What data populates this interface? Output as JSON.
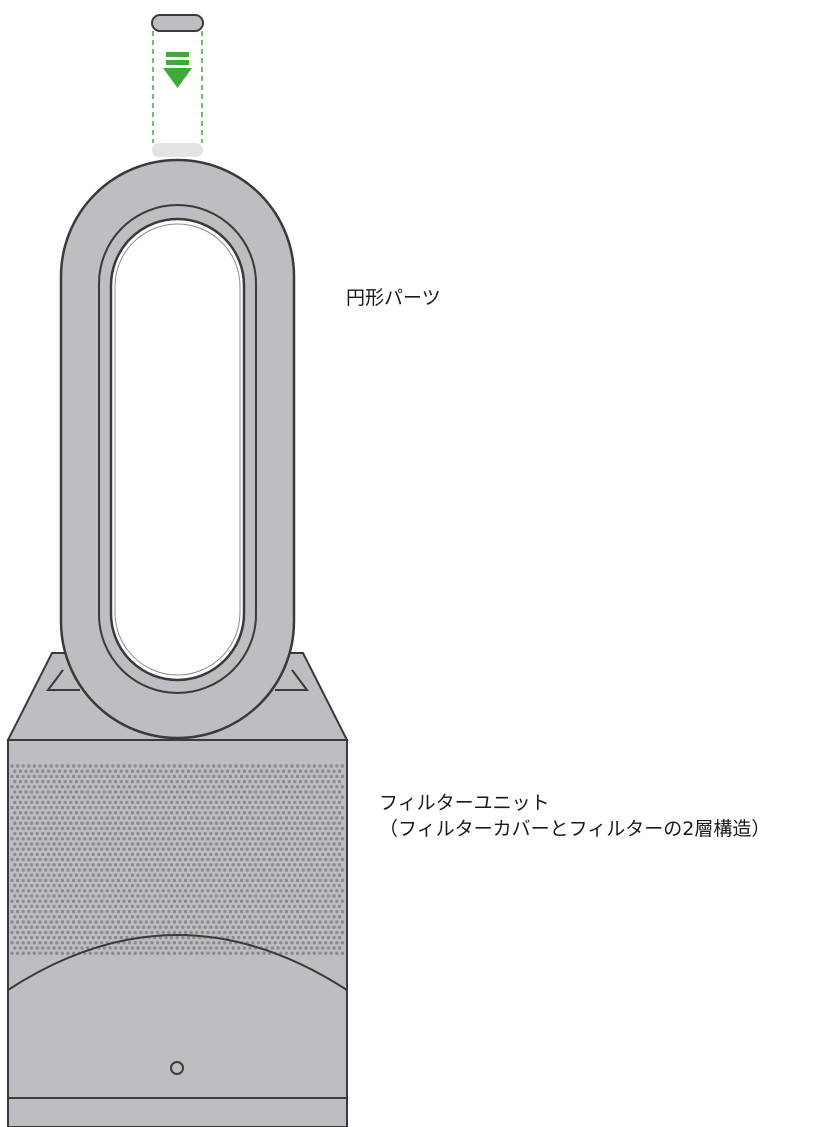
{
  "labels": {
    "ring_part": "円形パーツ",
    "filter_unit_line1": "フィルターユニット",
    "filter_unit_line2": "（フィルターカバーとフィルターの2層構造）"
  },
  "icons": {
    "insert_arrow": "down-arrow-icon"
  },
  "colors": {
    "body_gray": "#bdbec2",
    "outline": "#3a3a3a",
    "arrow_green": "#3daa3a",
    "guide_green": "#3daa3a",
    "cap_light": "#e2e3e5",
    "perforation_dot": "#8a8b8f"
  }
}
